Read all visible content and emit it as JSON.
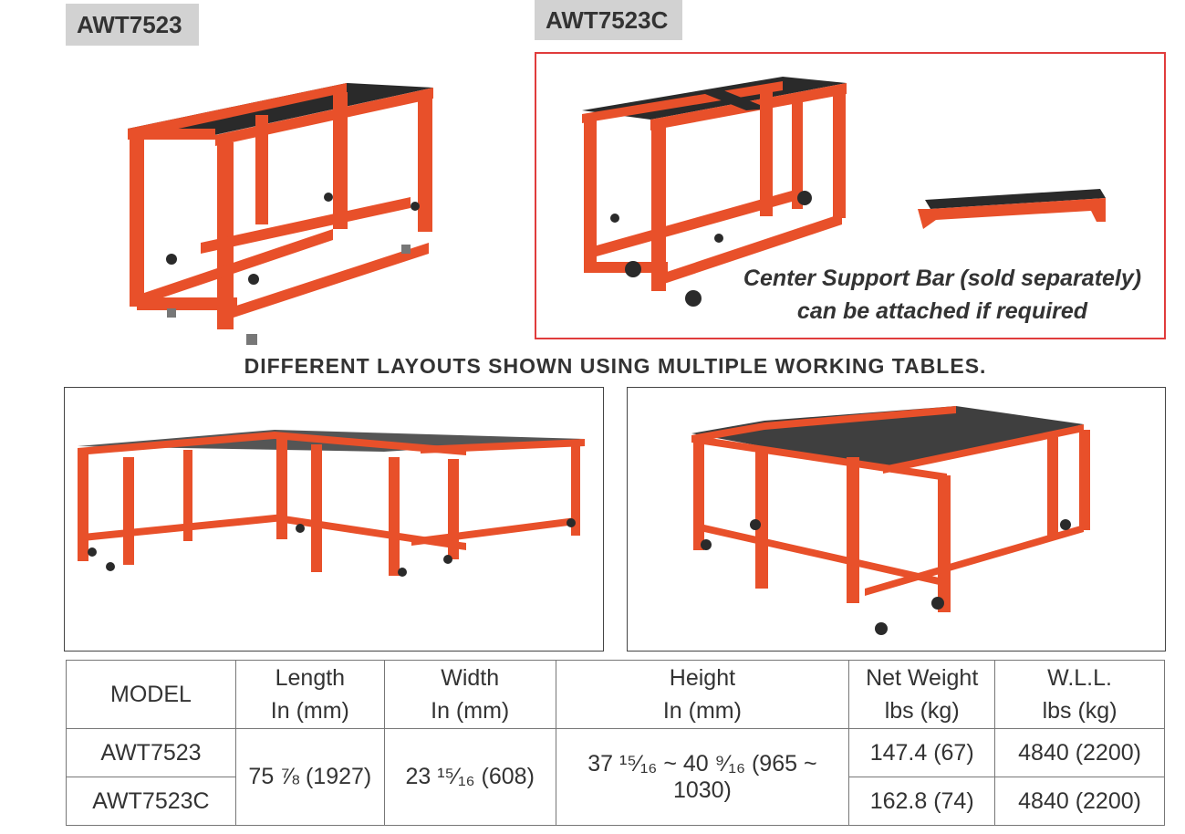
{
  "models": {
    "left_tag": "AWT7523",
    "right_tag": "AWT7523C"
  },
  "center_bar": {
    "caption_line1": "Center Support Bar (sold separately)",
    "caption_line2": "can be attached if required"
  },
  "layouts": {
    "heading": "DIFFERENT LAYOUTS SHOWN USING MULTIPLE WORKING TABLES."
  },
  "colors": {
    "frame_orange": "#e8502a",
    "panel_border_red": "#e03c3c",
    "tag_gray": "#d2d2d2"
  },
  "spec_table": {
    "headers": [
      {
        "line1": "MODEL",
        "line2": ""
      },
      {
        "line1": "Length",
        "line2": "In (mm)"
      },
      {
        "line1": "Width",
        "line2": "In (mm)"
      },
      {
        "line1": "Height",
        "line2": "In (mm)"
      },
      {
        "line1": "Net Weight",
        "line2": "lbs (kg)"
      },
      {
        "line1": "W.L.L.",
        "line2": "lbs (kg)"
      }
    ],
    "shared": {
      "length": "75 ⅞ (1927)",
      "width": "23 ¹⁵⁄₁₆ (608)",
      "height": "37 ¹⁵⁄₁₆ ~ 40 ⁹⁄₁₆ (965 ~ 1030)"
    },
    "rows": [
      {
        "model": "AWT7523",
        "net_weight": "147.4 (67)",
        "wll": "4840 (2200)"
      },
      {
        "model": "AWT7523C",
        "net_weight": "162.8 (74)",
        "wll": "4840 (2200)"
      }
    ]
  }
}
